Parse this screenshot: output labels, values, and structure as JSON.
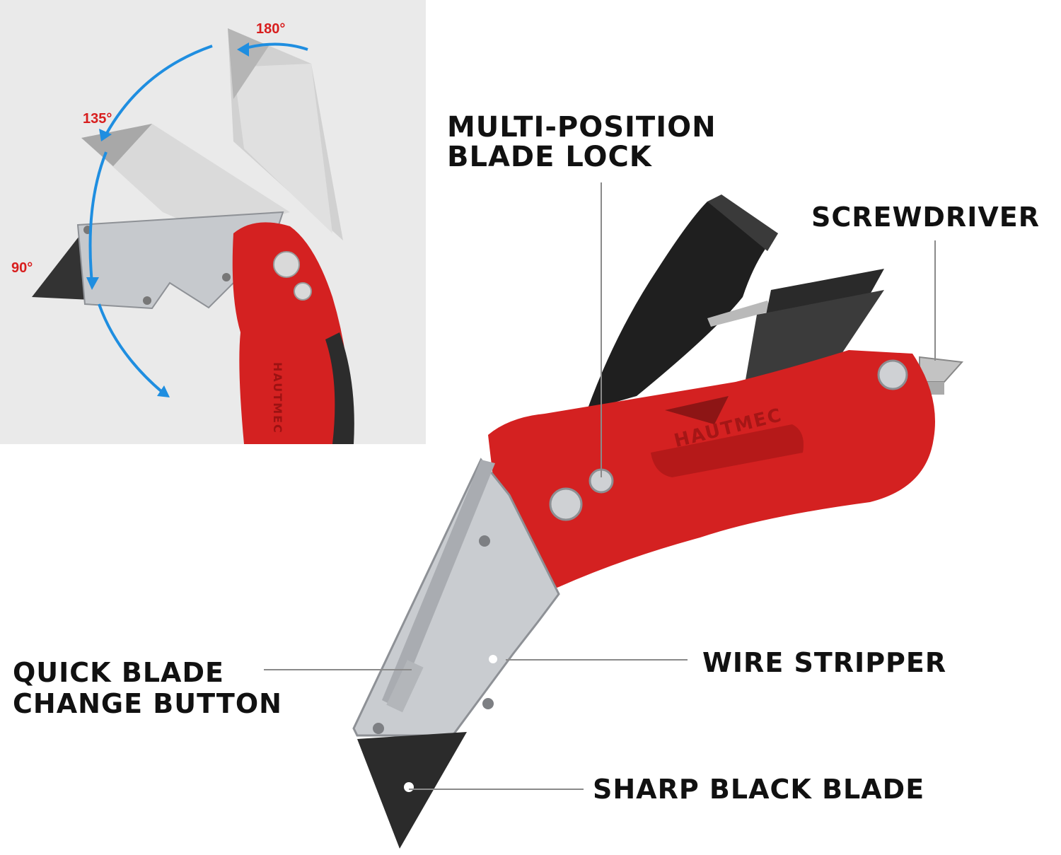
{
  "inset": {
    "angle_labels": [
      "180°",
      "135°",
      "90°"
    ],
    "brand_text": "HAUTMEC"
  },
  "main": {
    "brand_text": "HAUTMEC"
  },
  "callouts": {
    "blade_lock": [
      "MULTI-POSITION",
      "BLADE LOCK"
    ],
    "screwdriver": "SCREWDRIVER",
    "wire_stripper": "WIRE STRIPPER",
    "quick_change": [
      "QUICK BLADE",
      "CHANGE BUTTON"
    ],
    "sharp_blade": "SHARP BLACK BLADE"
  },
  "colors": {
    "handle_red": "#d42121",
    "angle_red": "#d81e1e",
    "arc_blue": "#1f8ee0",
    "metal": "#c9ccd0",
    "blade_black": "#2b2b2b",
    "inset_bg": "#eaeaea"
  }
}
